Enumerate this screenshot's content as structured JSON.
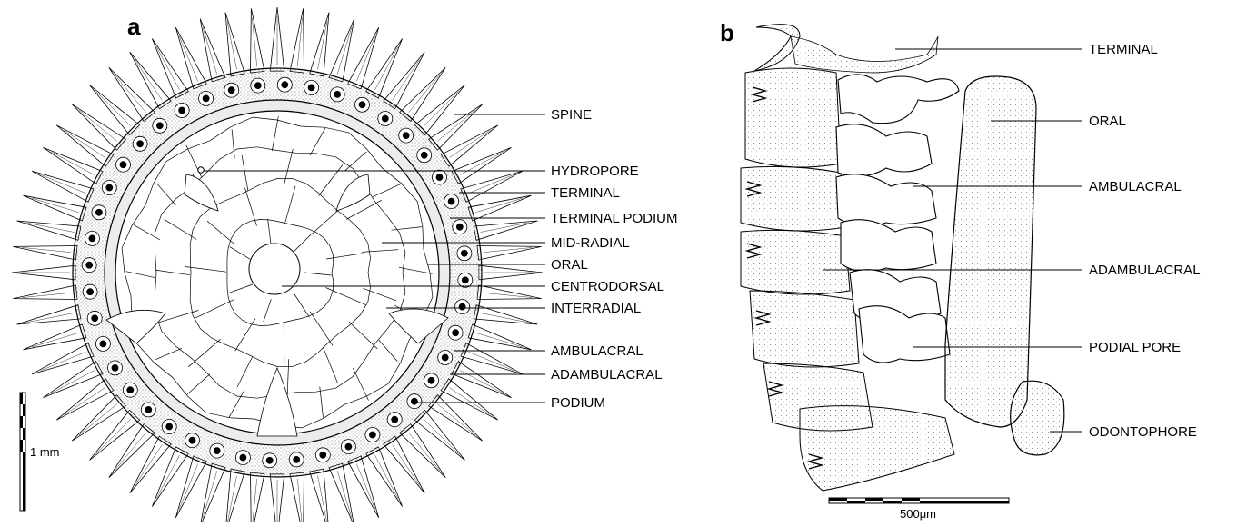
{
  "panels": {
    "a": {
      "letter": "a",
      "scale_bar": "1 mm",
      "labels": [
        "SPINE",
        "HYDROPORE",
        "TERMINAL",
        "TERMINAL PODIUM",
        "MID-RADIAL",
        "ORAL",
        "CENTRODORSAL",
        "INTERRADIAL",
        "AMBULACRAL",
        "ADAMBULACRAL",
        "PODIUM"
      ]
    },
    "b": {
      "letter": "b",
      "scale_bar": "500μm",
      "labels": [
        "TERMINAL",
        "ORAL",
        "AMBULACRAL",
        "ADAMBULACRAL",
        "PODIAL PORE",
        "ODONTOPHORE"
      ]
    }
  },
  "colors": {
    "ink": "#000000",
    "background": "#ffffff",
    "stipple": "#bdbdbd"
  }
}
